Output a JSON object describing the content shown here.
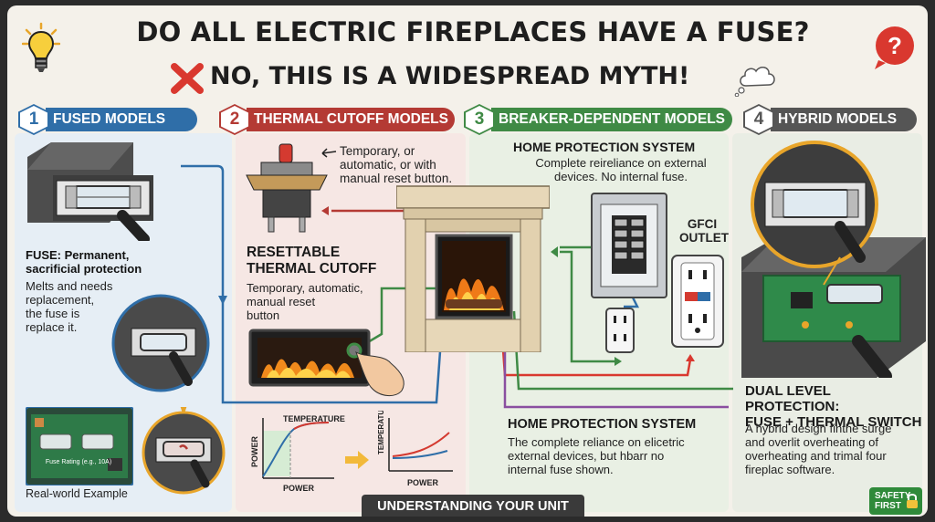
{
  "title": "DO ALL ELECTRIC FIREPLACES HAVE A FUSE?",
  "subtitle": "NO, THIS IS A WIDESPREAD MYTH!",
  "icons": {
    "idea": "lightbulb-icon",
    "question": "question-bubble-icon",
    "cross": "x-mark-icon",
    "thought": "thought-cloud-icon"
  },
  "colors": {
    "fused": "#2f6ea8",
    "thermal": "#b43a34",
    "breaker": "#3f8a45",
    "hybrid": "#555555"
  },
  "sections": [
    {
      "number": "1",
      "label": "FUSED MODELS"
    },
    {
      "number": "2",
      "label": "THERMAL CUTOFF MODELS"
    },
    {
      "number": "3",
      "label": "BREAKER-DEPENDENT MODELS"
    },
    {
      "number": "4",
      "label": "HYBRID MODELS"
    }
  ],
  "fused": {
    "heading_1": "FUSE: Permanent,",
    "heading_2": "sacrificial protection",
    "body": [
      "Melts and needs",
      "replacement,",
      "the fuse is",
      "replace it."
    ],
    "photo_label": "Fuse Rating (e.g., 10A)",
    "photo_caption": "Real-world Example"
  },
  "thermal": {
    "callout": [
      "Temporary, or",
      "automatic, or with",
      "manual reset button."
    ],
    "heading_1": "RESETTABLE",
    "heading_2": "THERMAL CUTOFF",
    "body": [
      "Temporary, automatic,",
      "manual reset",
      "button"
    ],
    "graph": {
      "ylabel": "POWER",
      "xlabel": "POWER",
      "title": "TEMPERATURE"
    },
    "graph2": {
      "ylabel": "TEMPERATURE",
      "xlabel": "POWER"
    }
  },
  "breaker": {
    "top_heading": "HOME PROTECTION SYSTEM",
    "top_body": [
      "Complete reireliance on external",
      "devices. No internal fuse."
    ],
    "gfci_1": "GFCI",
    "gfci_2": "OUTLET",
    "bottom_heading": "HOME PROTECTION SYSTEM",
    "bottom_body": [
      "The complete reliance on elicetric",
      "external devices, but hbarr no",
      "internal fuse shown."
    ]
  },
  "hybrid": {
    "heading_1": "DUAL LEVEL PROTECTION:",
    "heading_2": "FUSE + THERMAL SWITCH",
    "body": [
      "A hybrid design finthe surge",
      "and overlit overheating of",
      "overheating and trimal four",
      "fireplac software."
    ]
  },
  "footer": "UNDERSTANDING YOUR UNIT",
  "badge": {
    "line1": "SAFETY",
    "line2": "FIRST"
  }
}
